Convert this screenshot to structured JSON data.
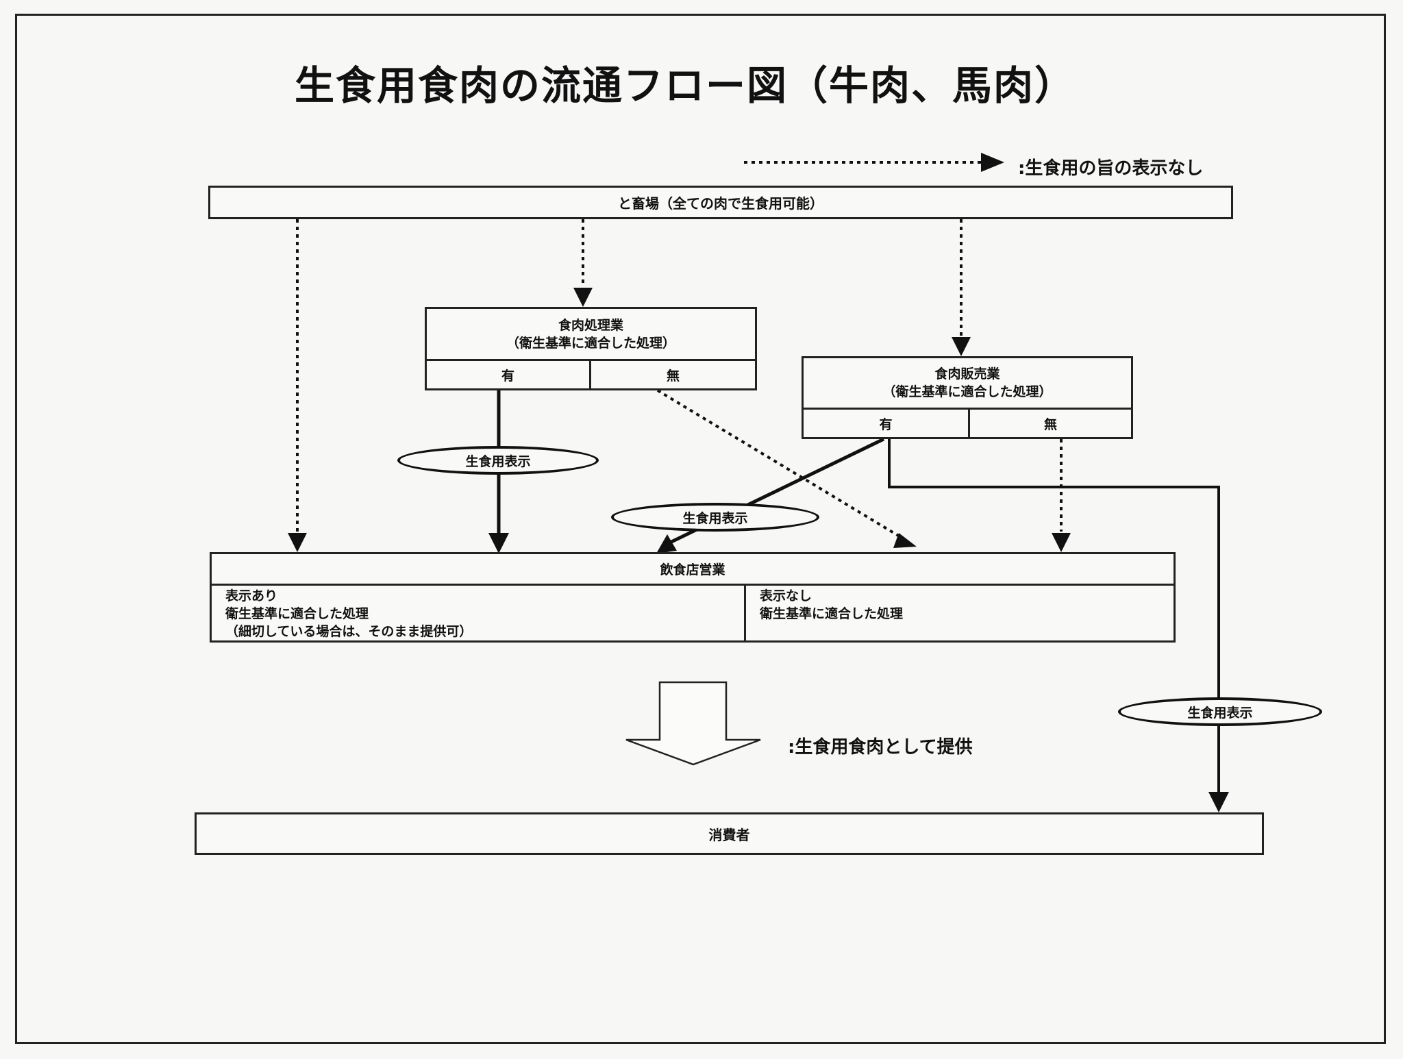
{
  "title": "生食用食肉の流通フロー図（牛肉、馬肉）",
  "legend": {
    "dotted_arrow_label": ":生食用の旨の表示なし",
    "hollow_arrow_label": ":生食用食肉として提供"
  },
  "slaughterhouse": {
    "label": "と畜場（全ての肉で生食用可能）"
  },
  "meat_processor": {
    "name": "食肉処理業",
    "condition": "（衛生基準に適合した処理）",
    "yes": "有",
    "no": "無"
  },
  "meat_seller": {
    "name": "食肉販売業",
    "condition": "（衛生基準に適合した処理）",
    "yes": "有",
    "no": "無"
  },
  "raw_label_tag": "生食用表示",
  "restaurant": {
    "name": "飲食店営業",
    "labeled": {
      "heading": "表示あり",
      "line1": "衛生基準に適合した処理",
      "line2": "（細切している場合は、そのまま提供可）"
    },
    "unlabeled": {
      "heading": "表示なし",
      "line1": "衛生基準に適合した処理"
    }
  },
  "consumer": {
    "label": "消費者"
  },
  "colors": {
    "paper": "#f7f7f5",
    "ink": "#111111"
  }
}
